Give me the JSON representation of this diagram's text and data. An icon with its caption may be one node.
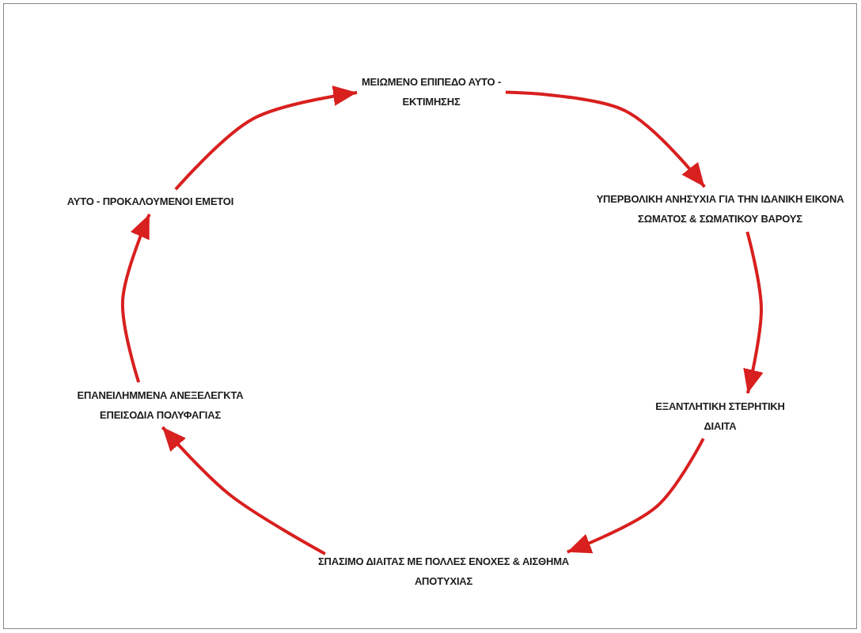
{
  "diagram": {
    "nodes": [
      {
        "text": [
          "ΜΕΙΩΜΕΝΟ ΕΠΙΠΕΔΟ ΑΥΤΟ - ΕΚΤΙΜΗΣΗΣ"
        ]
      },
      {
        "text": [
          "ΥΠΕΡΒΟΛΙΚΗ ΑΝΗΣΥΧΙΑ ΓΙΑ ΤΗΝ ΙΔΑΝΙΚΗ ΕΙΚΟΝΑ ΣΩΜΑΤΟΣ & ΣΩΜΑΤΙΚΟΥ ΒΑΡΟΥΣ"
        ]
      },
      {
        "text": [
          "ΕΞΑΝΤΛΗΤΙΚΗ ΣΤΕΡΗΤΙΚΗ ΔΙΑΙΤΑ"
        ]
      },
      {
        "text": [
          "ΣΠΑΣΙΜΟ ΔΙΑΙΤΑΣ ΜΕ ΠΟΛΛΕΣ ΕΝΟΧΕΣ & ΑΙΣΘΗΜΑ ΑΠΟΤΥΧΙΑΣ"
        ]
      },
      {
        "text": [
          "ΕΠΑΝΕΙΛΗΜΜΕΝΑ ΑΝΕΞΕΛΕΓΚΤΑ ΕΠΕΙΣΟΔΙΑ ΠΟΛΥΦΑΓΙΑΣ"
        ]
      },
      {
        "text": [
          "ΑΥΤΟ - ΠΡΟΚΑΛΟΥΜΕΝΟΙ ΕΜΕΤΟΙ"
        ]
      }
    ],
    "edges": [
      {
        "from": 0,
        "to": 1,
        "arrow": "to"
      },
      {
        "from": 1,
        "to": 2,
        "arrow": "to"
      },
      {
        "from": 2,
        "to": 3,
        "arrow": "to"
      },
      {
        "from": 3,
        "to": 4,
        "arrow": "to"
      },
      {
        "from": 4,
        "to": 5,
        "arrow": "to"
      },
      {
        "from": 5,
        "to": 0,
        "arrow": "to"
      }
    ]
  }
}
